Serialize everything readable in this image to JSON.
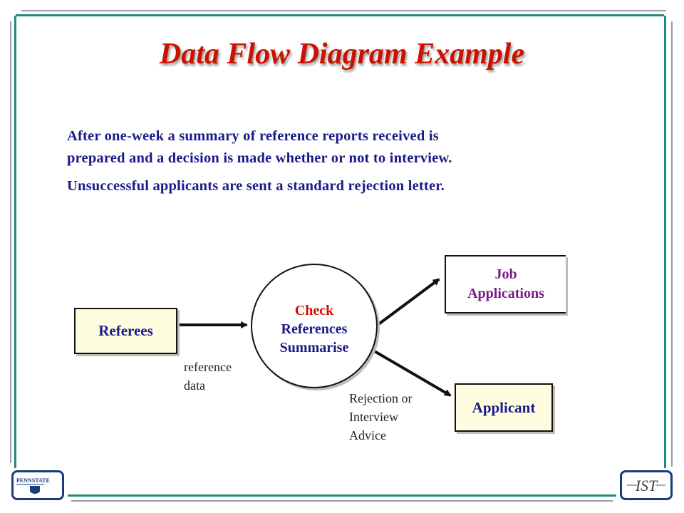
{
  "slide": {
    "title": "Data Flow Diagram Example",
    "description": [
      "After one-week a summary of reference reports received is",
      "prepared  and a decision is made whether or not to interview.",
      "Unsuccessful applicants are sent a standard rejection letter."
    ]
  },
  "diagram": {
    "external_entities": [
      {
        "id": "referees",
        "label": "Referees"
      },
      {
        "id": "applicant",
        "label": "Applicant"
      }
    ],
    "process": {
      "lines": [
        "Check",
        "References",
        "Summarise"
      ],
      "line_colors": [
        "#cc1100",
        "#1a1a8c",
        "#1a1a8c"
      ]
    },
    "data_store": {
      "lines": [
        "Job",
        "Applications"
      ]
    },
    "flows": [
      {
        "from": "referees",
        "to": "process",
        "label_lines": [
          "reference",
          "data"
        ]
      },
      {
        "from": "process",
        "to": "data_store",
        "label_lines": []
      },
      {
        "from": "process",
        "to": "applicant",
        "label_lines": [
          "Rejection or",
          "Interview",
          "Advice"
        ]
      }
    ]
  },
  "logos": {
    "left": {
      "name": "penn-state-logo",
      "text": "PENNSTATE"
    },
    "right": {
      "name": "ist-logo",
      "text": "IST"
    }
  },
  "colors": {
    "title": "#cc1100",
    "text": "#1a1a8c",
    "store_text": "#7a1a8c",
    "frame_teal": "#1f8a80",
    "frame_gray": "#9a9a9a",
    "entity_fill": "#fffde0"
  }
}
